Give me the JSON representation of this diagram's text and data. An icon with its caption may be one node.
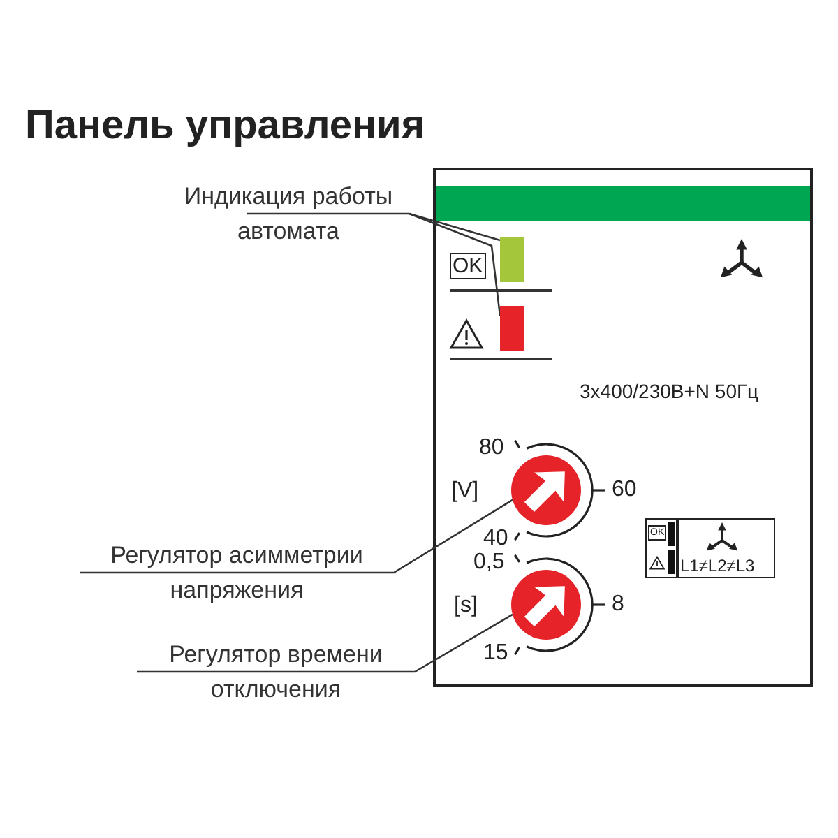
{
  "diagram": {
    "title": "Панель управления",
    "nodes": [
      {
        "text": [
          "Индикация работы автомата"
        ]
      },
      {
        "text": [],
        "shape": "box"
      },
      {
        "text": [],
        "shape": "box"
      },
      {
        "text": [
          "Регулятор асимметрии напряжения"
        ]
      },
      {
        "text": [],
        "shape": "circle"
      },
      {
        "text": [
          "Регулятор времени отключения"
        ]
      },
      {
        "text": [],
        "shape": "circle"
      }
    ],
    "edges": [
      {
        "from": 0,
        "to": 1,
        "arrow": "none"
      },
      {
        "from": 0,
        "to": 2,
        "arrow": "none"
      },
      {
        "from": 3,
        "to": 4,
        "arrow": "none"
      },
      {
        "from": 5,
        "to": 6,
        "arrow": "none"
      }
    ],
    "labels": [
      "OK",
      "3x400/230В+N 50Гц",
      "80",
      "[V]",
      "60",
      "40",
      "OK",
      "L1≠L2≠L3",
      "0,5",
      "[s]",
      "8",
      "15"
    ]
  }
}
